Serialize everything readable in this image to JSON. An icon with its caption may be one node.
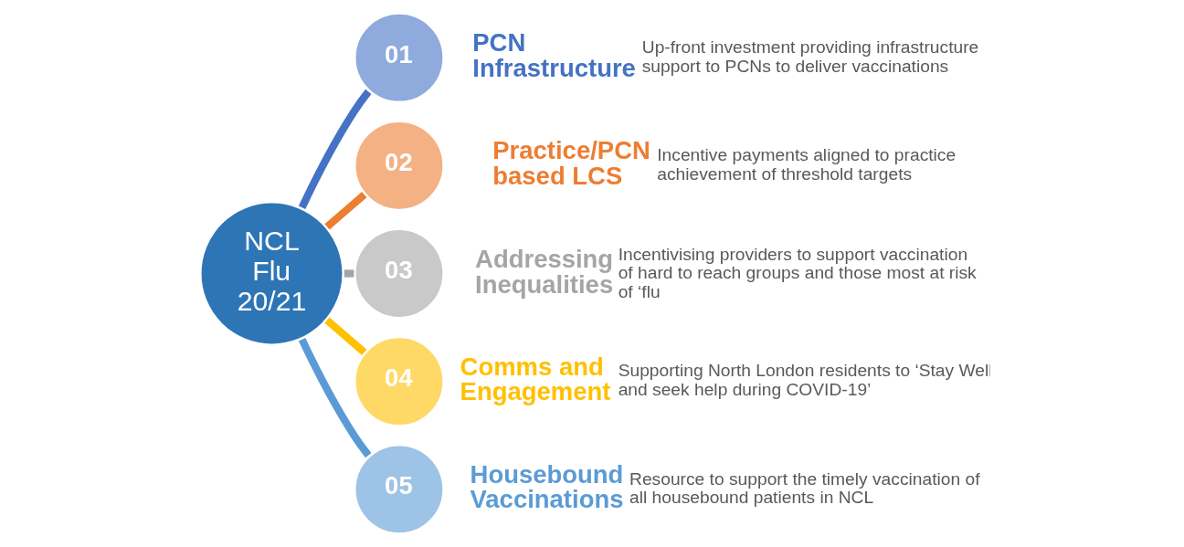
{
  "diagram": {
    "nodes": [
      {
        "text": [
          "NCL Flu 20/21"
        ]
      },
      {
        "text": [
          "01"
        ],
        "beside": [
          "PCN Infrastructure",
          "Up-front investment providing infrastructure support to PCNs to deliver vaccinations"
        ]
      },
      {
        "text": [
          "02"
        ],
        "beside": [
          "Practice/PCN based LCS",
          "Incentive payments aligned to practice achievement of threshold targets"
        ]
      },
      {
        "text": [
          "03"
        ],
        "beside": [
          "Addressing Inequalities",
          "Incentivising providers to support vaccination of hard to reach groups and those most at risk of ‘flu"
        ]
      },
      {
        "text": [
          "04"
        ],
        "beside": [
          "Comms and Engagement",
          "Supporting North London residents to ‘Stay Well and seek help during COVID-19’"
        ]
      },
      {
        "text": [
          "05"
        ],
        "beside": [
          "Housebound Vaccinations",
          "Resource to support the timely vaccination of all housebound patients in NCL"
        ]
      }
    ],
    "edges": [
      {
        "from": 0,
        "to": 1,
        "arrow": "none",
        "color": "#4472c4"
      },
      {
        "from": 0,
        "to": 2,
        "arrow": "none",
        "color": "#ed7d31"
      },
      {
        "from": 0,
        "to": 3,
        "arrow": "none",
        "color": "#a5a5a5"
      },
      {
        "from": 0,
        "to": 4,
        "arrow": "none",
        "color": "#ffc000"
      },
      {
        "from": 0,
        "to": 5,
        "arrow": "none",
        "color": "#5b9bd5"
      }
    ]
  }
}
